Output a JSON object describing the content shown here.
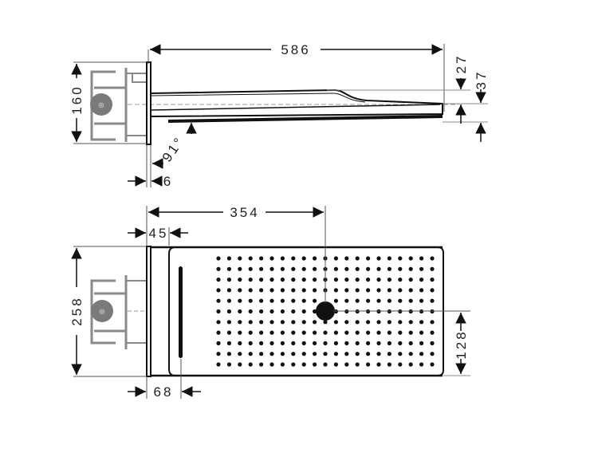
{
  "drawing": {
    "title": "Overhead shower wall-mounted dimensional drawing",
    "colors": {
      "line": "#1a1a1a",
      "thin": "#777777",
      "box_gray": "#8a8a8a",
      "valve_gray": "#7a7a7a"
    }
  },
  "side_view": {
    "length_label": "586",
    "height_label": "160",
    "thickness_top_label": "27",
    "thickness_total_label": "37",
    "angle_label": "91°",
    "flange_label": "6"
  },
  "top_view": {
    "center_offset_label": "354",
    "flange_width_label": "45",
    "width_label": "258",
    "waterfall_offset_label": "68",
    "center_height_label": "128",
    "nozzle_grid": {
      "columns": 21,
      "rows": 11
    }
  }
}
